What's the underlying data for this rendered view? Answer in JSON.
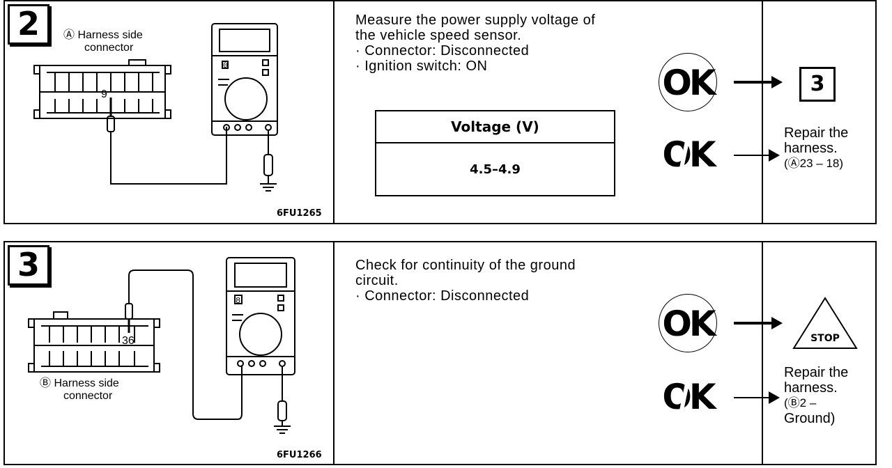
{
  "steps": [
    {
      "number": "2",
      "connector_label": [
        "Ⓐ Harness side",
        "connector"
      ],
      "pin": "9",
      "figure_code": "6FU1265",
      "meter_digit": "0",
      "instructions": [
        "Measure the power supply voltage of",
        "the vehicle speed sensor.",
        "· Connector: Disconnected",
        "· Ignition switch: ON"
      ],
      "table": {
        "header": "Voltage (V)",
        "value": "4.5–4.9"
      },
      "ok_label": "OK",
      "ng_label": "OK",
      "ok_result": "3",
      "ng_result": [
        "Repair the",
        "harness.",
        "(Ⓐ23 – 18)"
      ]
    },
    {
      "number": "3",
      "connector_label": [
        "Ⓑ Harness side",
        "connector"
      ],
      "pin": "36",
      "figure_code": "6FU1266",
      "meter_digit": "8",
      "instructions": [
        "Check for continuity of the ground",
        "circuit.",
        "· Connector: Disconnected"
      ],
      "ok_label": "OK",
      "ng_label": "OK",
      "ok_result": "STOP",
      "ng_result": [
        "Repair the",
        "harness.",
        "(Ⓑ2 –",
        "Ground)"
      ]
    }
  ]
}
